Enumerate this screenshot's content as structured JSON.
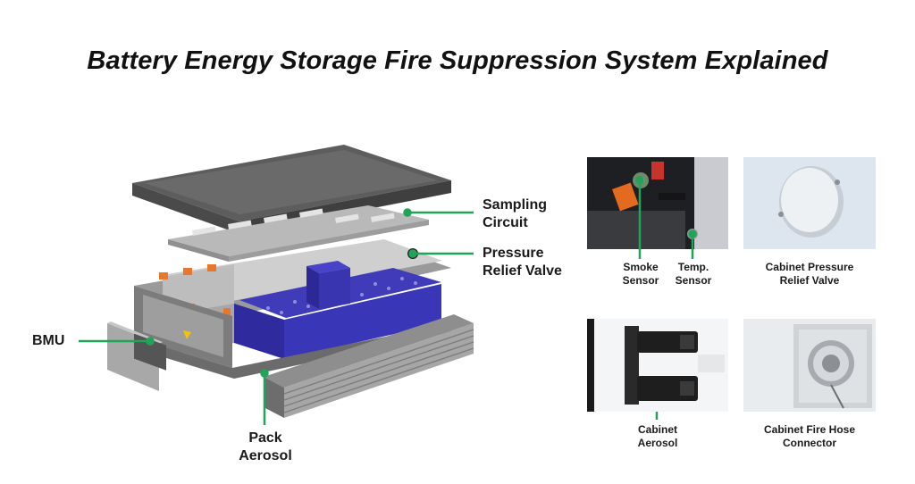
{
  "title": "Battery Energy Storage Fire Suppression System Explained",
  "colors": {
    "leader_line": "#22a35a",
    "cell_blue": "#3a36b8",
    "casing_gray": "#8a8a8a",
    "lid_gray": "#6f6f6f",
    "connector_orange": "#e8762b"
  },
  "pack_labels": {
    "sampling_circuit": [
      "Sampling",
      "Circuit"
    ],
    "pressure_relief_valve": [
      "Pressure",
      "Relief Valve"
    ],
    "bmu": "BMU",
    "pack_aerosol": [
      "Pack",
      "Aerosol"
    ]
  },
  "photos": {
    "smoke_sensor": [
      "Smoke",
      "Sensor"
    ],
    "temp_sensor": [
      "Temp.",
      "Sensor"
    ],
    "cabinet_pressure_relief_valve": [
      "Cabinet Pressure",
      "Relief Valve"
    ],
    "cabinet_aerosol": [
      "Cabinet",
      "Aerosol"
    ],
    "cabinet_fire_hose_connector": [
      "Cabinet Fire Hose",
      "Connector"
    ]
  }
}
